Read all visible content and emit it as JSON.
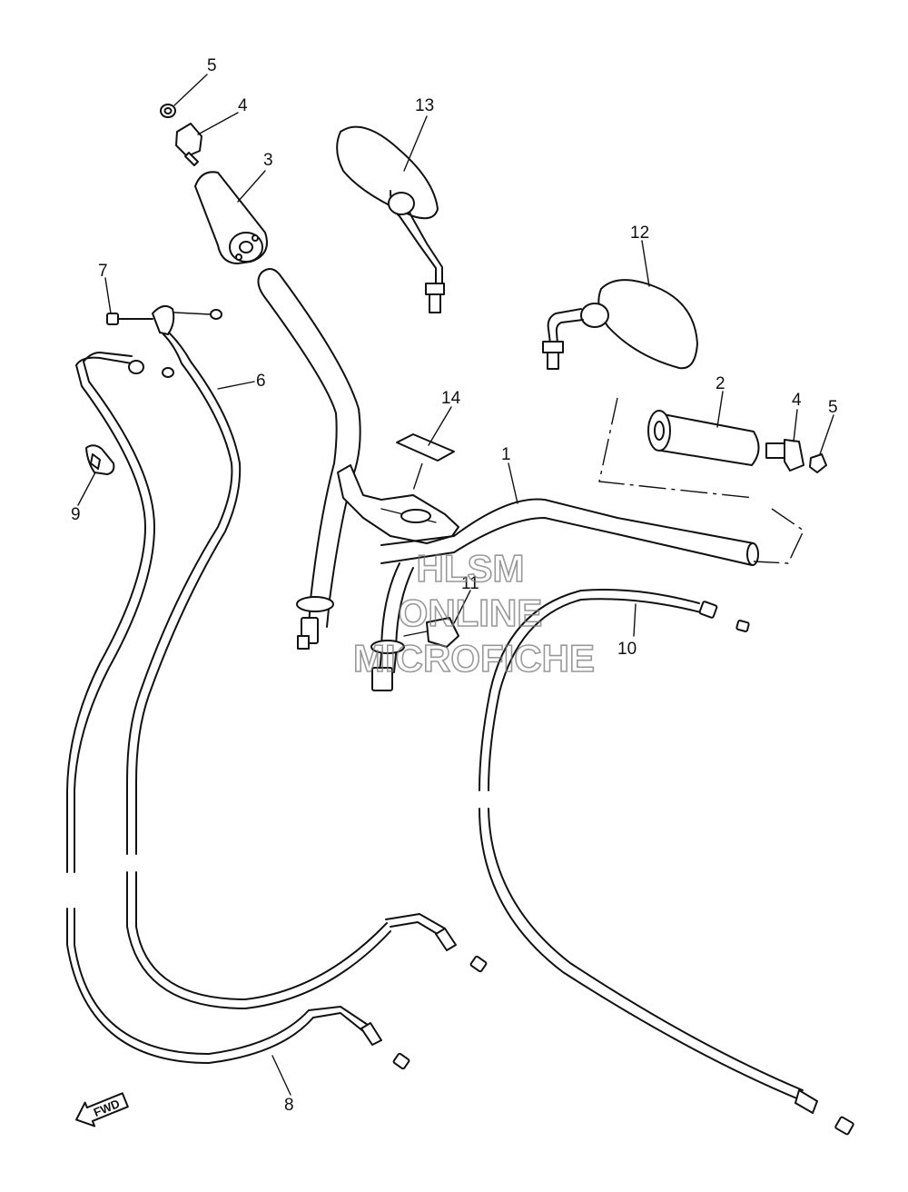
{
  "callouts": [
    {
      "id": "c5a",
      "label": "5"
    },
    {
      "id": "c4a",
      "label": "4"
    },
    {
      "id": "c3",
      "label": "3"
    },
    {
      "id": "c13",
      "label": "13"
    },
    {
      "id": "c12",
      "label": "12"
    },
    {
      "id": "c7",
      "label": "7"
    },
    {
      "id": "c6",
      "label": "6"
    },
    {
      "id": "c9",
      "label": "9"
    },
    {
      "id": "c14",
      "label": "14"
    },
    {
      "id": "c2",
      "label": "2"
    },
    {
      "id": "c4b",
      "label": "4"
    },
    {
      "id": "c5b",
      "label": "5"
    },
    {
      "id": "c1",
      "label": "1"
    },
    {
      "id": "c11",
      "label": "11"
    },
    {
      "id": "c10",
      "label": "10"
    },
    {
      "id": "c8",
      "label": "8"
    }
  ],
  "watermark": {
    "line1": "HLSM",
    "line2": "ONLINE",
    "line3": "MICROFICHE"
  },
  "direction_marker": {
    "label": "FWD"
  }
}
